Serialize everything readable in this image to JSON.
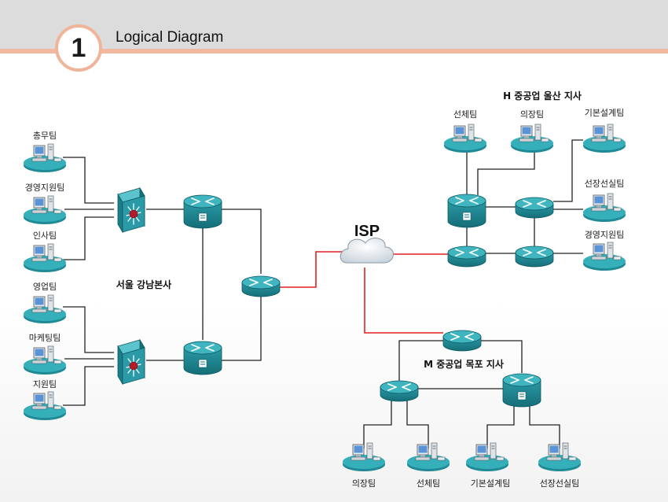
{
  "slide": {
    "number": "1",
    "title": "Logical Diagram"
  },
  "colors": {
    "link": "#222222",
    "wan_link": "#e02020",
    "device_teal": "#2a9aa6",
    "device_dark": "#156e78",
    "accent_stripe": "#f3b9a0"
  },
  "isp": {
    "label": "ISP"
  },
  "sites": {
    "seoul": {
      "label": "서울 강남본사",
      "teams": [
        "총무팀",
        "경영지원팀",
        "인사팀",
        "영업팀",
        "마케팅팀",
        "지원팀"
      ]
    },
    "ulsan": {
      "label": "H 중공업 울산 지사",
      "teams": [
        "선체팀",
        "의장팀",
        "기본설계팀",
        "선장선실팀",
        "경영지원팀"
      ]
    },
    "mokpo": {
      "label": "M 중공업 목포 지사",
      "teams": [
        "의장팀",
        "선체팀",
        "기본설계팀",
        "선장선실팀"
      ]
    }
  }
}
